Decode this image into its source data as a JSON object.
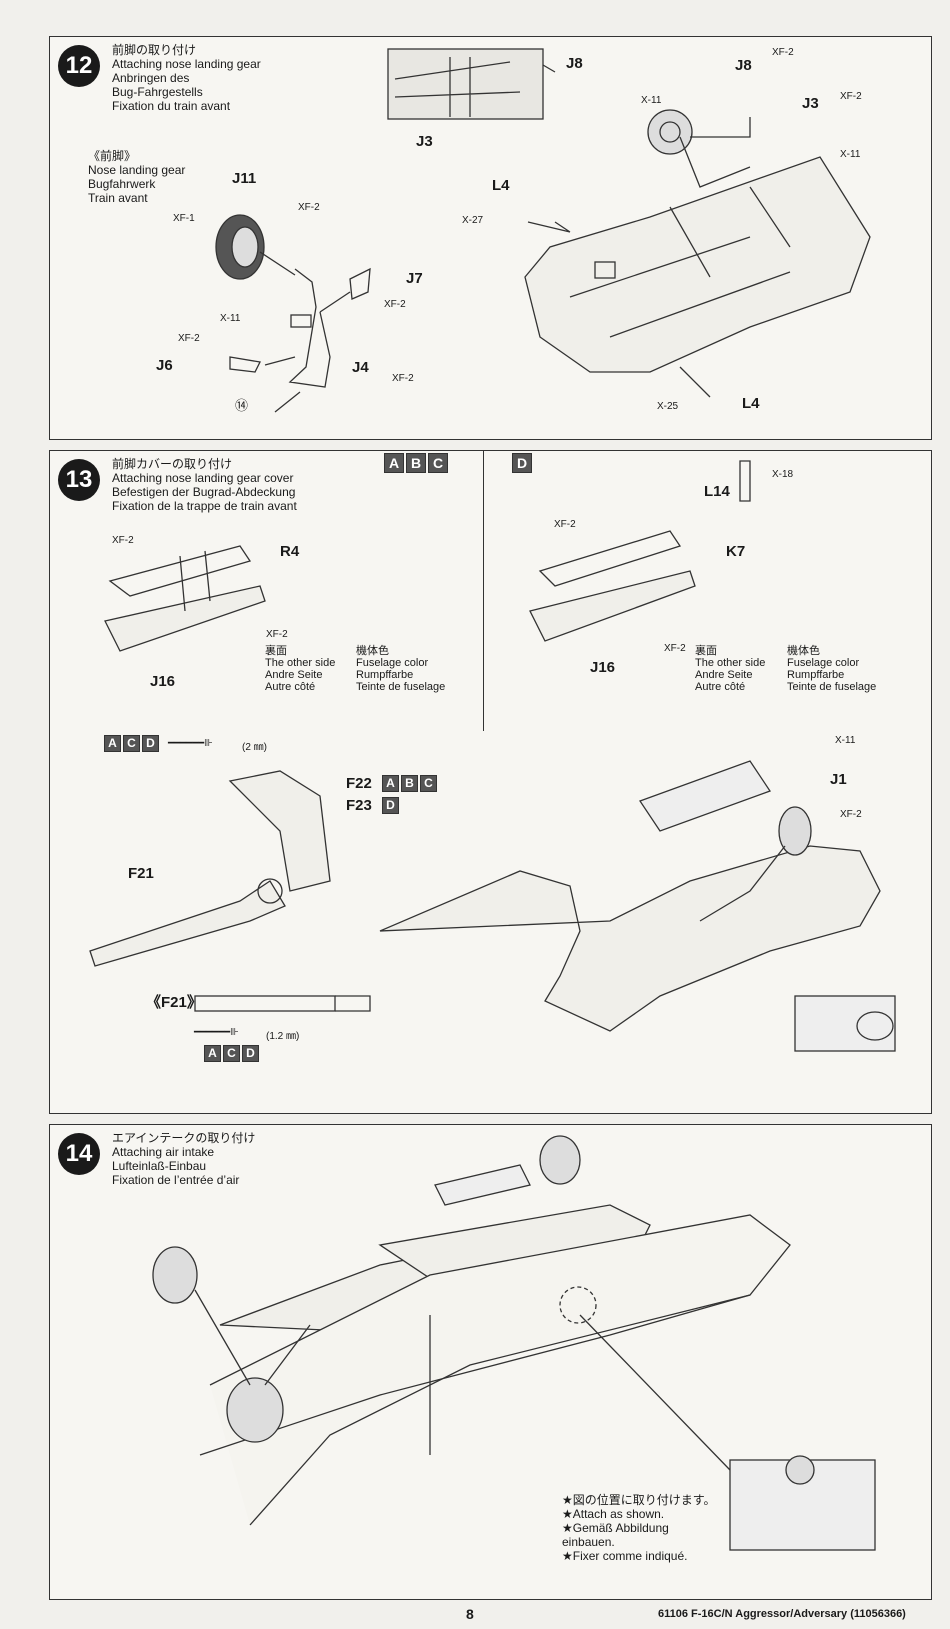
{
  "step12": {
    "number": "12",
    "title": [
      "前脚の取り付け",
      "Attaching nose landing gear",
      "Anbringen des",
      "Bug-Fahrgestells",
      "Fixation du train avant"
    ],
    "sub_title": [
      "《前脚》",
      "Nose landing gear",
      "Bugfahrwerk",
      "Train avant"
    ],
    "parts": {
      "j11": "J11",
      "j7": "J7",
      "j6": "J6",
      "j4": "J4",
      "j8": "J8",
      "j3": "J3",
      "l4_top": "L4",
      "l4_bottom": "L4",
      "j8b": "J8",
      "j3b": "J3"
    },
    "paints": {
      "xf1": "XF-1",
      "xf2a": "XF-2",
      "x11a": "X-11",
      "xf2b": "XF-2",
      "xf2c": "XF-2",
      "xf2d": "XF-2",
      "x27": "X-27",
      "x25": "X-25",
      "x11b": "X-11",
      "xf2e": "XF-2",
      "xf2f": "XF-2",
      "x11c": "X-11"
    },
    "ref": "⑭"
  },
  "step13": {
    "number": "13",
    "title": [
      "前脚カバーの取り付け",
      "Attaching nose landing gear cover",
      "Befestigen der Bugrad-Abdeckung",
      "Fixation de la trappe de train avant"
    ],
    "variants_left": [
      "A",
      "B",
      "C"
    ],
    "variants_right": [
      "D"
    ],
    "parts": {
      "r4": "R4",
      "j16a": "J16",
      "j16b": "J16",
      "k7": "K7",
      "l14": "L14",
      "f22": "F22",
      "f23": "F23",
      "f21": "F21",
      "f21ref": "《F21》",
      "j1": "J1"
    },
    "paints": {
      "xf2a": "XF-2",
      "xf2b": "XF-2",
      "xf2c": "XF-2",
      "xf2d": "XF-2",
      "x18": "X-18",
      "x11": "X-11",
      "xf2e": "XF-2"
    },
    "other_side": [
      "裏面",
      "The other side",
      "Andre Seite",
      "Autre côté"
    ],
    "fuselage_color": [
      "機体色",
      "Fuselage color",
      "Rumpffarbe",
      "Teinte de fuselage"
    ],
    "drill_variants_top": [
      "A",
      "C",
      "D"
    ],
    "drill_top": "(2 ㎜)",
    "drill_variants_bottom": [
      "A",
      "C",
      "D"
    ],
    "drill_bottom": "(1.2 ㎜)",
    "f22_variants": [
      "A",
      "B",
      "C"
    ],
    "f23_variants": [
      "D"
    ]
  },
  "step14": {
    "number": "14",
    "title": [
      "エアインテークの取り付け",
      "Attaching air intake",
      "Lufteinlaß-Einbau",
      "Fixation de l’entrée d’air"
    ],
    "note": [
      "★図の位置に取り付けます。",
      "★Attach as shown.",
      "★Gemäß Abbildung",
      "einbauen.",
      "★Fixer comme indiqué."
    ]
  },
  "footer": {
    "page": "8",
    "product": "61106 F-16C/N Aggressor/Adversary (11056366)"
  }
}
